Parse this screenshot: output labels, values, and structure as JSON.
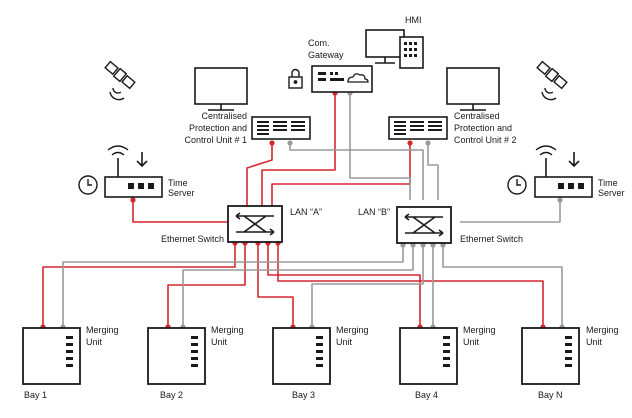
{
  "title_hmi": "HMI",
  "gateway": {
    "label_line1": "Com.",
    "label_line2": "Gateway"
  },
  "cpcu1": {
    "line1": "Centralised",
    "line2": "Protection and",
    "line3": "Control Unit # 1"
  },
  "cpcu2": {
    "line1": "Centralised",
    "line2": "Protection and",
    "line3": "Control Unit # 2"
  },
  "time_server_left": {
    "line1": "Time",
    "line2": "Server"
  },
  "time_server_right": {
    "line1": "Time",
    "line2": "Server"
  },
  "lan_a": {
    "label": "LAN “A”",
    "switch_label": "Ethernet Switch"
  },
  "lan_b": {
    "label": "LAN “B”",
    "switch_label": "Ethernet Switch"
  },
  "merging_unit": {
    "line1": "Merging",
    "line2": "Unit"
  },
  "bays": [
    "Bay 1",
    "Bay 2",
    "Bay 3",
    "Bay 4",
    "Bay N"
  ],
  "colors": {
    "lan_a": "#d6272e",
    "lan_b": "#9a9a9a",
    "device": "#1a1a1a"
  }
}
